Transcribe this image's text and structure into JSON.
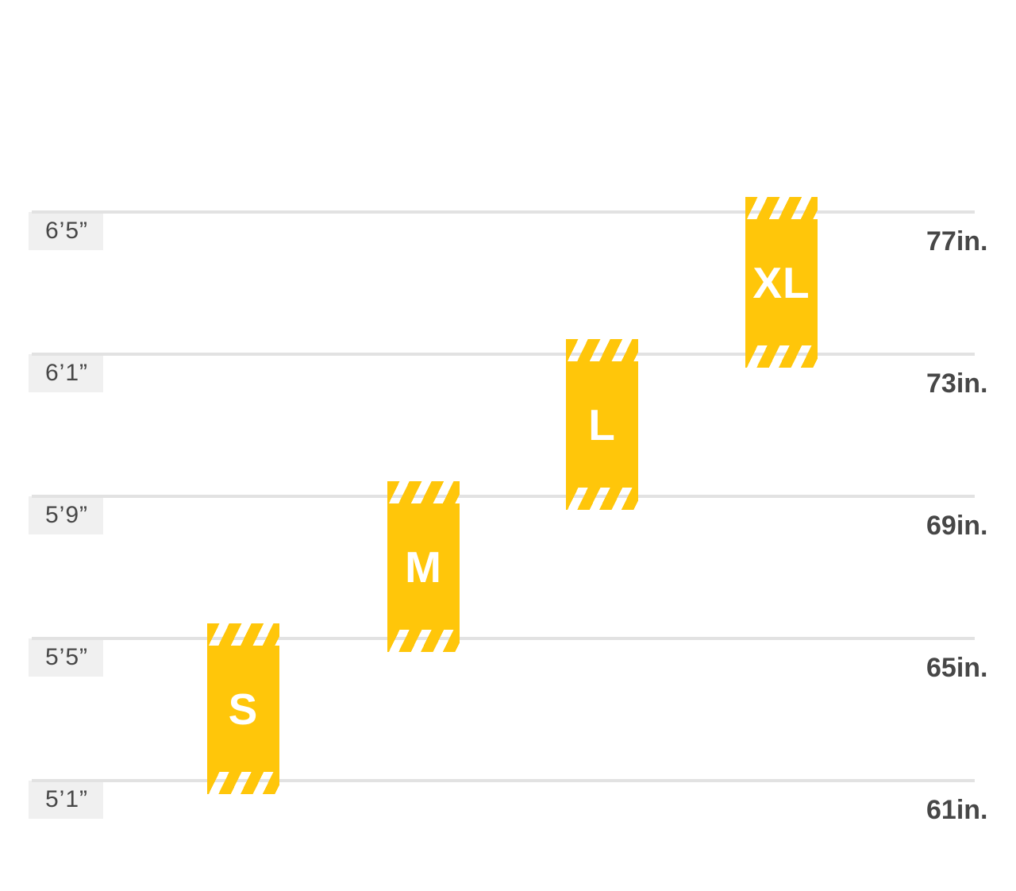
{
  "chart_data": {
    "type": "bar",
    "subtype": "floating-range-columns",
    "title": "",
    "categories": [
      "S",
      "M",
      "L",
      "XL"
    ],
    "series": [
      {
        "name": "rider-height-range",
        "units": "inches",
        "ranges_in": [
          [
            61,
            65
          ],
          [
            65,
            69
          ],
          [
            69,
            73
          ],
          [
            73,
            77
          ]
        ],
        "ranges_ft_in": [
          [
            "5’1”",
            "5’5”"
          ],
          [
            "5’5”",
            "5’9”"
          ],
          [
            "5’9”",
            "6’1”"
          ],
          [
            "6’1”",
            "6’5”"
          ]
        ],
        "overlap_hatch_ends_in": 0.5
      }
    ],
    "y_axis_left_ticks": [
      "6’5”",
      "6’1”",
      "5’9”",
      "5’5”",
      "5’1”"
    ],
    "y_axis_right_ticks": [
      "77in.",
      "73in.",
      "69in.",
      "65in.",
      "61in."
    ],
    "ylim": [
      61,
      77
    ],
    "grid": "horizontal",
    "legend": "none",
    "bar_color": "#FFC60A"
  },
  "axis": {
    "rows": [
      {
        "left": "6’5”",
        "right": "77in."
      },
      {
        "left": "6’1”",
        "right": "73in."
      },
      {
        "left": "5’9”",
        "right": "69in."
      },
      {
        "left": "5’5”",
        "right": "65in."
      },
      {
        "left": "5’1”",
        "right": "61in."
      }
    ]
  },
  "bars": [
    {
      "label": "S"
    },
    {
      "label": "M"
    },
    {
      "label": "L"
    },
    {
      "label": "XL"
    }
  ],
  "colors": {
    "bar_yellow": "#FFC60A",
    "gridline": "#E2E2E2",
    "tick_label_bg": "#F0F0F0",
    "tick_text": "#474747",
    "bar_text": "#FFFFFF"
  }
}
